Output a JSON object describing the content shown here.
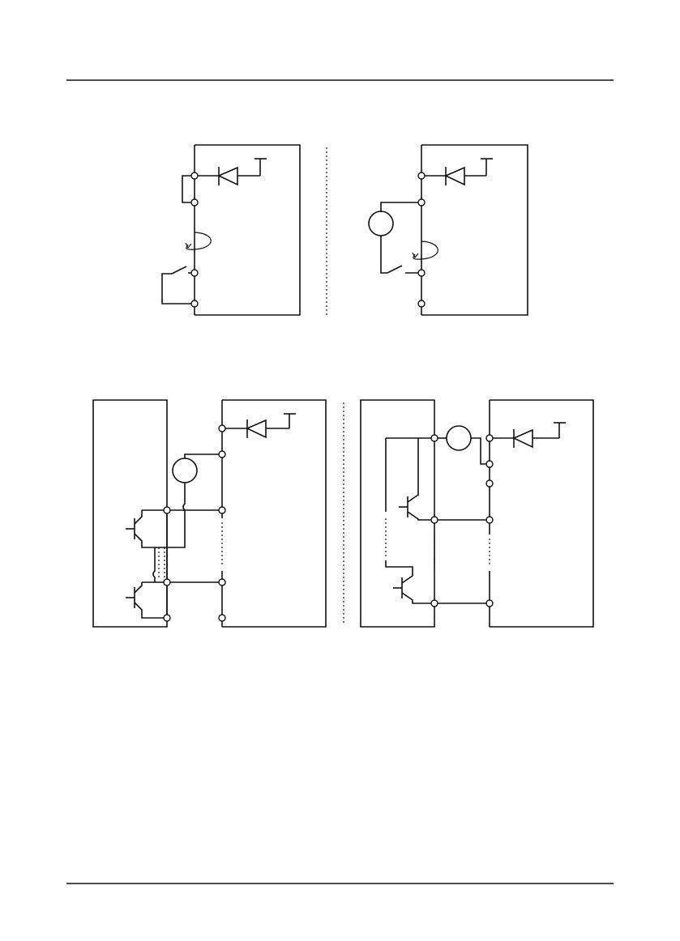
{
  "colors": {
    "line": "#111111",
    "background": "#ffffff"
  },
  "diagrams": [
    {
      "id": "contact-input-sink",
      "symbols": [
        "diode-icon",
        "relay-coil-icon",
        "switch-icon"
      ]
    },
    {
      "id": "contact-input-source",
      "symbols": [
        "diode-icon",
        "power-supply-icon",
        "switch-icon"
      ]
    },
    {
      "id": "npn-open-collector-input",
      "symbols": [
        "diode-icon",
        "power-supply-icon",
        "npn-transistor-icon"
      ]
    },
    {
      "id": "pnp-open-collector-input",
      "symbols": [
        "diode-icon",
        "power-supply-icon",
        "pnp-transistor-icon"
      ]
    }
  ]
}
